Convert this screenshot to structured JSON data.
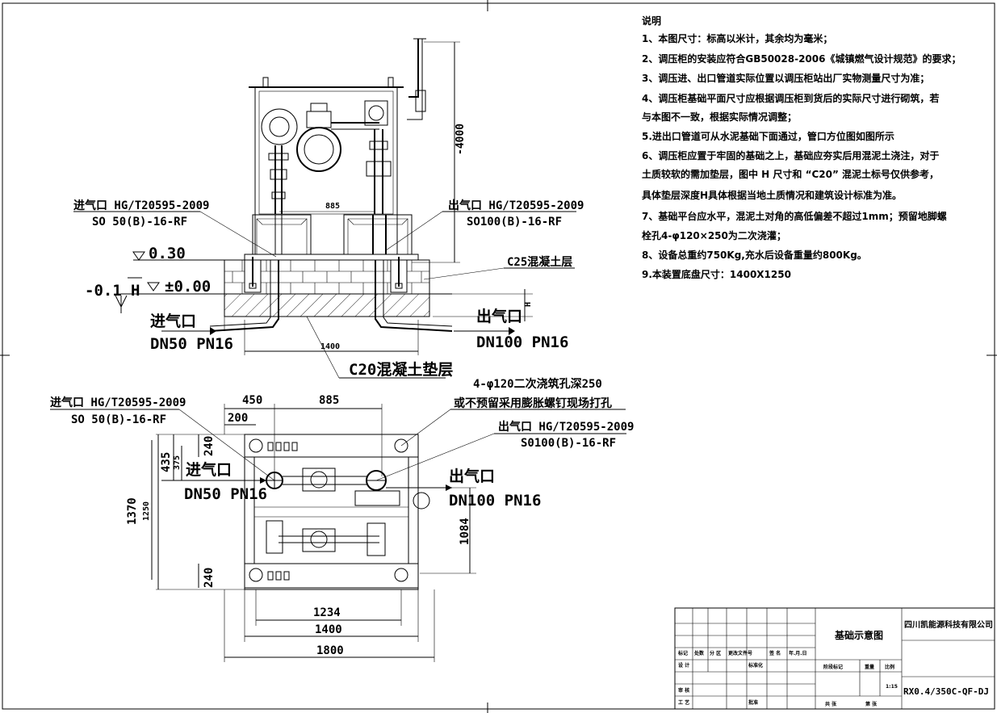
{
  "notes": {
    "title": "说明",
    "lines": [
      "1、本图尺寸：标高以米计，其余均为毫米；",
      "2、调压柜的安装应符合GB50028-2006《城镇燃气设计规范》的要求；",
      "3、调压进、出口管道实际位置以调压柜站出厂实物测量尺寸为准；",
      "4、调压柜基础平面尺寸应根据调压柜到货后的实际尺寸进行砌筑，若",
      " 与本图不一致，根据实际情况调整；",
      "5.进出口管道可从水泥基础下面通过，管口方位图如图所示",
      "6、调压柜应置于牢固的基础之上，基础应夯实后用混泥土浇注，对于",
      "土质较软的需加垫层，图中 H 尺寸和 “C20” 混泥土标号仅供参考，",
      " 具体垫层深度H具体根据当地土质情况和建筑设计标准为准。",
      "7、基础平台应水平，混泥土对角的高低偏差不超过1mm；预留地脚螺",
      " 栓孔4-φ120×250为二次浇灌；",
      "8、设备总重约750Kg,充水后设备重量约800Kg。",
      "9.本装置底盘尺寸：1400X1250"
    ]
  },
  "elevation": {
    "inlet_std": "进气口 HG/T20595-2009",
    "inlet_flange": "SO 50(B)-16-RF",
    "outlet_std": "出气口 HG/T20595-2009",
    "outlet_flange": "SO100(B)-16-RF",
    "level_top": "0.30",
    "level_ground": "±0.00",
    "level_low": "-0.1",
    "h_mark": "H",
    "h_side": "H",
    "c25": "C25混凝土层",
    "c20": "C20混凝土垫层",
    "inlet_label": "进气口",
    "inlet_size": "DN50 PN16",
    "outlet_label": "出气口",
    "outlet_size": "DN100 PN16",
    "dim_885": "885",
    "dim_1400": "1400",
    "dim_4000": "-4000"
  },
  "plan": {
    "inlet_std": "进气口 HG/T20595-2009",
    "inlet_flange": "SO 50(B)-16-RF",
    "holes_note_1": "4-φ120二次浇筑孔深250",
    "holes_note_2": "或不预留采用膨胀螺钉现场打孔",
    "outlet_std": "出气口 HG/T20595-2009",
    "outlet_flange": "S0100(B)-16-RF",
    "inlet_label": "进气口",
    "inlet_size": "DN50 PN16",
    "outlet_label": "出气口",
    "outlet_size": "DN100 PN16",
    "dim_450": "450",
    "dim_885": "885",
    "dim_200": "200",
    "dim_240_top": "240",
    "dim_435": "435",
    "dim_375": "375",
    "dim_1370": "1370",
    "dim_1250": "1250",
    "dim_1084": "1084",
    "dim_240_bot": "240",
    "dim_1234": "1234",
    "dim_1400": "1400",
    "dim_1800": "1800"
  },
  "title_block": {
    "drawing_title": "基础示意图",
    "company": "四川凯能源科技有限公司",
    "drawing_no": "RX0.4/350C-QF-DJ",
    "scale": "1:15",
    "h_mark": "标记",
    "h_count": "处数",
    "h_zone": "分 区",
    "h_change": "更改文件号",
    "h_sign": "签 名",
    "h_date": "年.月.日",
    "h_design": "设 计",
    "h_std": "标准化",
    "h_stage": "阶段标记",
    "h_weight": "重量",
    "h_ratio": "比例",
    "h_review": "审 核",
    "h_process": "工 艺",
    "h_approve": "批准",
    "h_total": "共  张",
    "h_page": "第  张"
  }
}
